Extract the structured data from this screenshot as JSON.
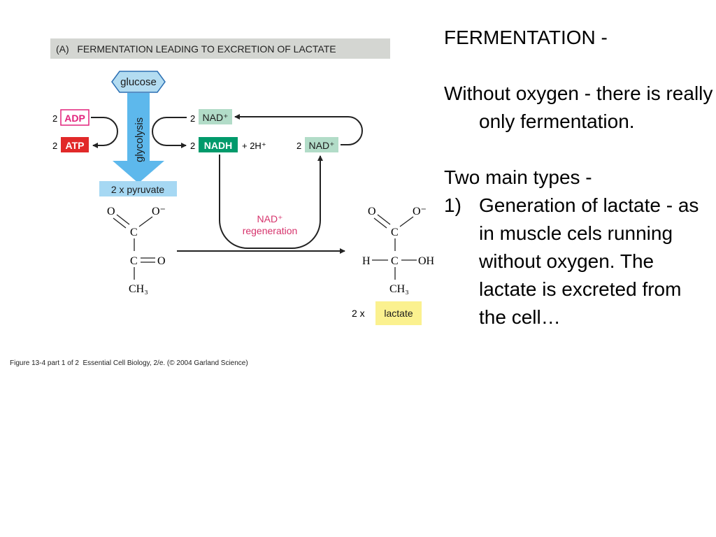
{
  "figure": {
    "panel_title": "(A)   FERMENTATION LEADING TO EXCRETION OF LACTATE",
    "glucose": "glucose",
    "glycolysis": "glycolysis",
    "adp": {
      "count": "2",
      "label": "ADP"
    },
    "atp": {
      "count": "2",
      "label": "ATP"
    },
    "nad_top": {
      "count": "2",
      "label": "NAD⁺"
    },
    "nadh": {
      "count": "2",
      "label": "NADH",
      "extra": "+ 2H⁺"
    },
    "nad_right": {
      "count": "2",
      "label": "NAD⁺"
    },
    "pyruvate": "2 x pyruvate",
    "regeneration_line1": "NAD⁺",
    "regeneration_line2": "regeneration",
    "lactate_count": "2 x",
    "lactate": "lactate",
    "pyruvate_structure": {
      "o_left": "O",
      "o_minus": "O⁻",
      "c1": "C",
      "c2": "C",
      "o_double": "O",
      "ch3": "CH₃"
    },
    "lactate_structure": {
      "o_left": "O",
      "o_minus": "O⁻",
      "c1": "C",
      "h": "H",
      "c2": "C",
      "oh": "OH",
      "ch3": "CH₃"
    },
    "caption": "Figure 13-4 part 1 of 2  Essential Cell Biology, 2/e. (© 2004 Garland Science)"
  },
  "text": {
    "heading": "FERMENTATION -",
    "para1": "Without oxygen - there is really only fermentation.",
    "types_intro": "Two main types -",
    "item1_num": "1)",
    "item1": "Generation of lactate - as in muscle cels running without oxygen. The lactate is excreted from the cell…"
  },
  "colors": {
    "panel_bg": "#d4d6d2",
    "glucose_fill": "#b3dcf1",
    "glucose_stroke": "#2b6fb3",
    "glycolysis_arrow": "#5db8ec",
    "adp": "#e2237c",
    "atp_fill": "#e12929",
    "nad_fill": "#b2dcc8",
    "nadh_fill": "#009a6b",
    "pyruvate_fill": "#a6d8f3",
    "lactate_fill": "#fbf18f",
    "regeneration": "#d6336c"
  }
}
